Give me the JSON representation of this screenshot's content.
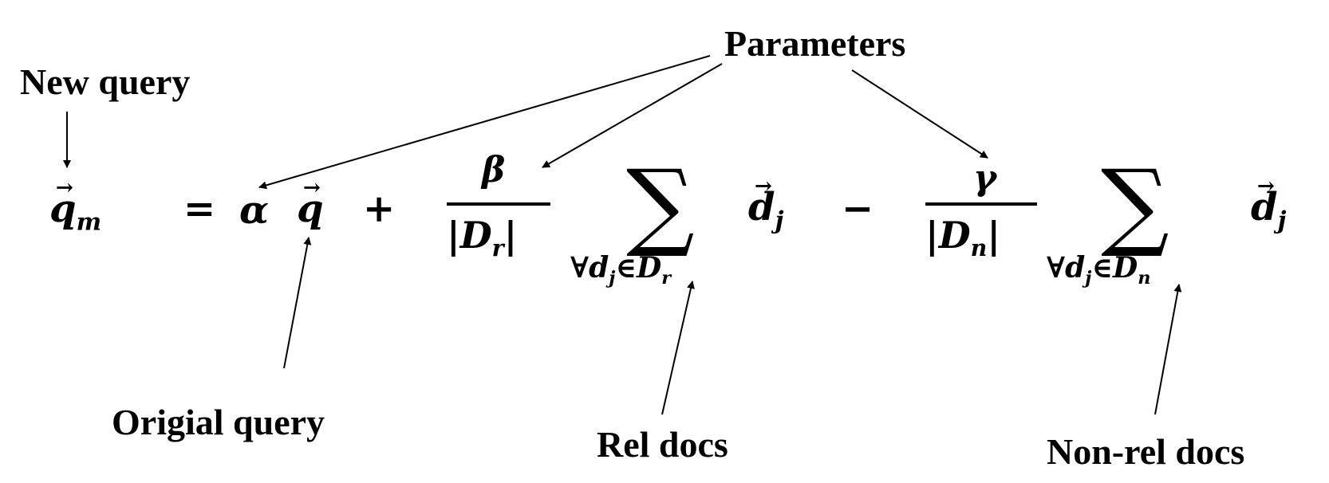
{
  "labels": {
    "new_query": "New query",
    "parameters": "Parameters",
    "original_query": "Origial query",
    "rel_docs": "Rel docs",
    "nonrel_docs": "Non-rel docs"
  },
  "formula": {
    "lhs_var": "q",
    "lhs_sub": "m",
    "equals": "=",
    "alpha": "α",
    "q": "q",
    "plus": "+",
    "beta": "β",
    "dr_den": "|D",
    "dr_sub": "r",
    "dr_close": "|",
    "d1": "d",
    "d1_sub": "j",
    "minus": "−",
    "gamma": "γ",
    "dn_den": "|D",
    "dn_sub": "n",
    "dn_close": "|",
    "d2": "d",
    "d2_sub": "j",
    "sigma": "∑",
    "sum1_under": "∀d",
    "sum1_j": "j",
    "sum1_in": "∈D",
    "sum1_set": "r",
    "sum2_under": "∀d",
    "sum2_j": "j",
    "sum2_in": "∈D",
    "sum2_set": "n"
  }
}
